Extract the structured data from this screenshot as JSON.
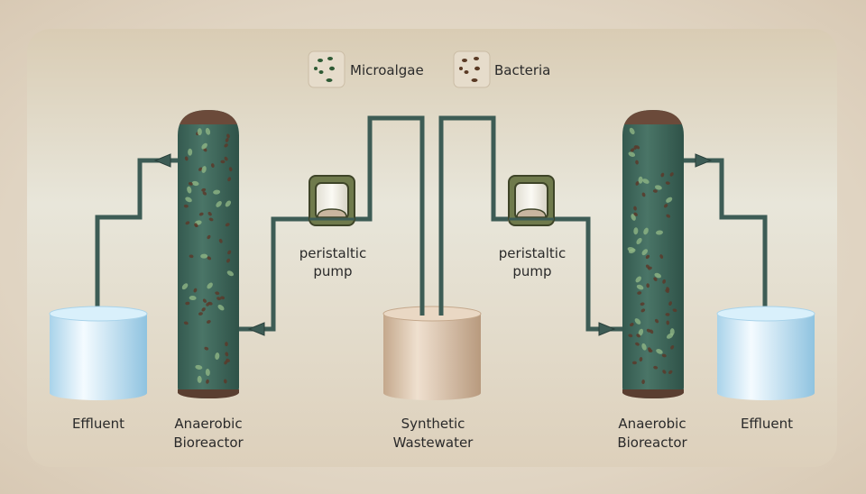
{
  "legend": {
    "microalgae": {
      "label": "Microalgae",
      "color": "#2f5a35"
    },
    "bacteria": {
      "label": "Bacteria",
      "color": "#5a3a25"
    }
  },
  "components": {
    "left_effluent": {
      "label": "Effluent"
    },
    "left_reactor": {
      "line1": "Anaerobic",
      "line2": "Bioreactor"
    },
    "left_pump": {
      "line1": "peristaltic",
      "line2": "pump"
    },
    "wastewater": {
      "line1": "Synthetic",
      "line2": "Wastewater"
    },
    "right_pump": {
      "line1": "peristaltic",
      "line2": "pump"
    },
    "right_reactor": {
      "line1": "Anaerobic",
      "line2": "Bioreactor"
    },
    "right_effluent": {
      "label": "Effluent"
    }
  },
  "colors": {
    "reactor": "#3f6b5e",
    "cap": "#6b4a3a",
    "effluent": "#bfe2f2",
    "wastewater": "#d7bfa5",
    "pump": "#6f7a4c"
  }
}
